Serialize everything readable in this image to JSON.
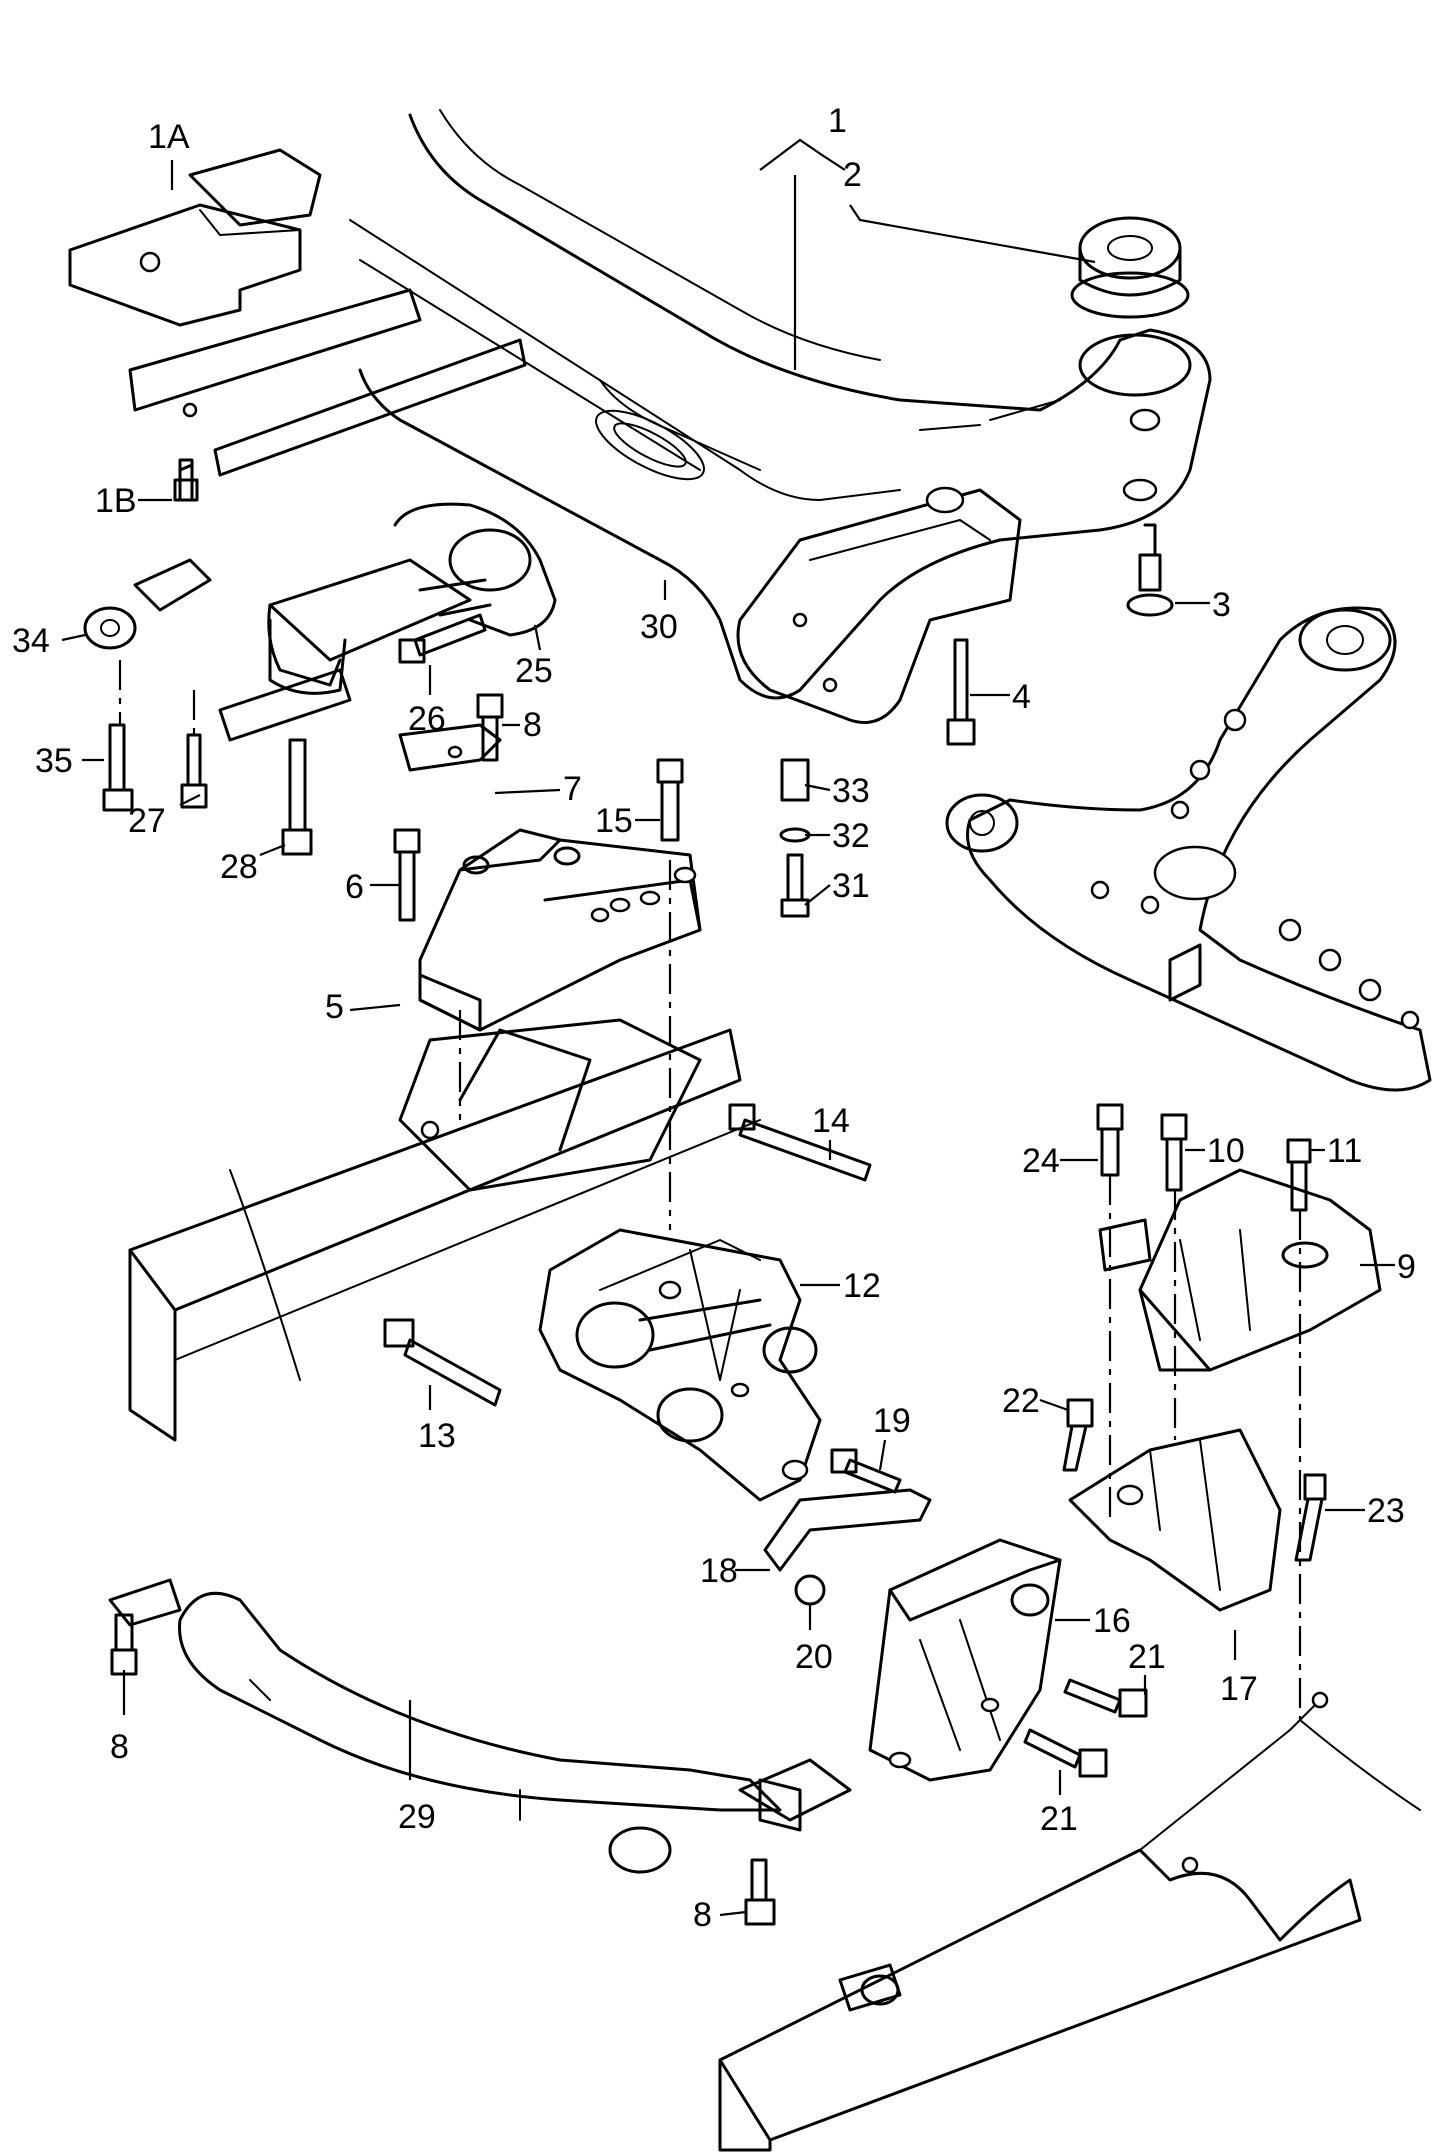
{
  "callouts": {
    "c1": "1",
    "c2": "2",
    "c1A": "1A",
    "c1B": "1B",
    "c3": "3",
    "c4": "4",
    "c5": "5",
    "c6": "6",
    "c7": "7",
    "c8a": "8",
    "c8b": "8",
    "c8c": "8",
    "c9": "9",
    "c10": "10",
    "c11": "11",
    "c12": "12",
    "c13": "13",
    "c14": "14",
    "c15": "15",
    "c16": "16",
    "c17": "17",
    "c18": "18",
    "c19": "19",
    "c20": "20",
    "c21a": "21",
    "c21b": "21",
    "c22": "22",
    "c23": "23",
    "c24": "24",
    "c25": "25",
    "c26": "26",
    "c27": "27",
    "c28": "28",
    "c29": "29",
    "c30": "30",
    "c31": "31",
    "c32": "32",
    "c33": "33",
    "c34": "34",
    "c35": "35"
  }
}
